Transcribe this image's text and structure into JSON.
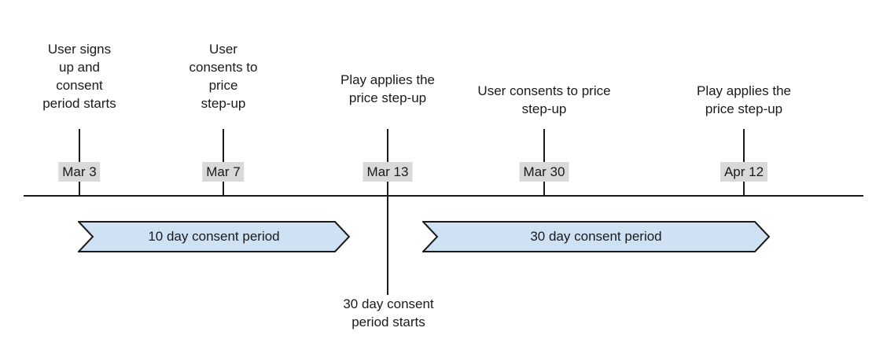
{
  "events": [
    {
      "date": "Mar 3",
      "label": "User signs\nup and\nconsent\nperiod starts"
    },
    {
      "date": "Mar 7",
      "label": "User\nconsents to\nprice\nstep-up"
    },
    {
      "date": "Mar 13",
      "label": "Play applies the\nprice step-up",
      "below_label": "30 day consent\nperiod starts"
    },
    {
      "date": "Mar 30",
      "label": "User consents to price\nstep-up"
    },
    {
      "date": "Apr 12",
      "label": "Play applies the\nprice step-up"
    }
  ],
  "periods": [
    {
      "label": "10 day consent period",
      "fill": "#cfe2f3",
      "stroke": "#1a1a1a"
    },
    {
      "label": "30 day consent period",
      "fill": "#cfe2f3",
      "stroke": "#1a1a1a"
    }
  ],
  "colors": {
    "background": "#ffffff",
    "line": "#1a1a1a",
    "text": "#1a1a1a",
    "date_chip_bg": "#d9d9d9"
  }
}
